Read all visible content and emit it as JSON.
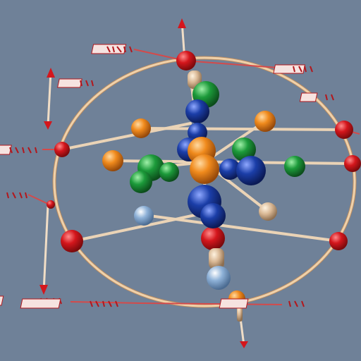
{
  "scene": {
    "description_kind": "3d-render",
    "colors": {
      "background": "#6f8198",
      "ring": "#e9c8a0",
      "stick": "#f1dcc3",
      "red": "#d4161c",
      "green": "#1c9a3a",
      "blue": "#1b3ea8",
      "orange": "#f08a1c",
      "light_blue": "#8fb2d8",
      "tag": "#b3171c"
    },
    "atom_colors": [
      "red",
      "green",
      "blue",
      "orange",
      "light-blue"
    ]
  }
}
